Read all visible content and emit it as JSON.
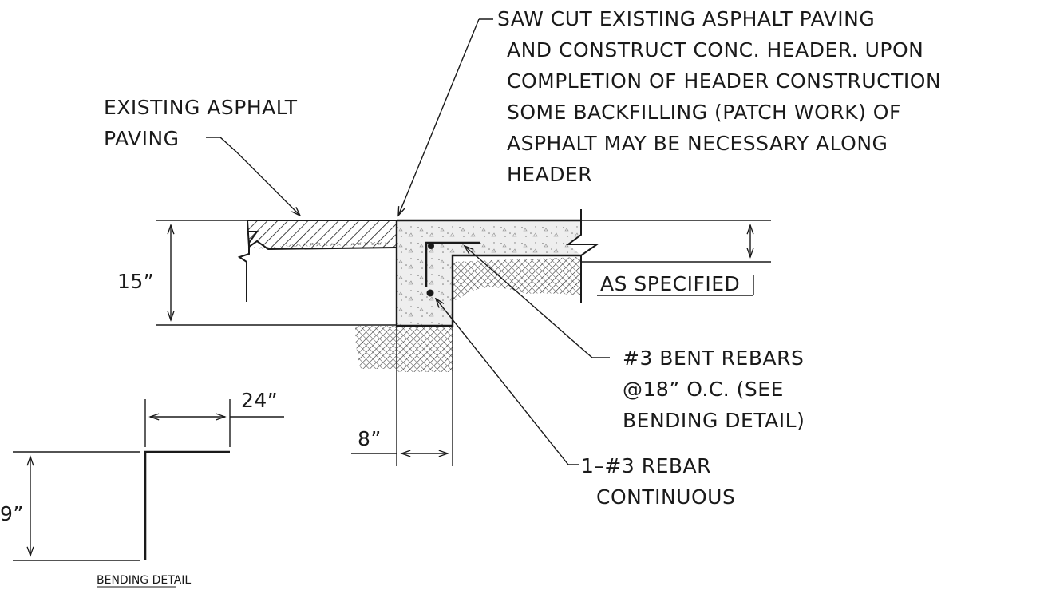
{
  "labels": {
    "saw_cut": [
      "SAW CUT EXISTING ASPHALT PAVING",
      "AND CONSTRUCT CONC. HEADER. UPON",
      "COMPLETION OF HEADER CONSTRUCTION",
      "SOME BACKFILLING (PATCH WORK) OF",
      "ASPHALT MAY BE NECESSARY ALONG",
      "HEADER"
    ],
    "existing_paving": [
      "EXISTING ASPHALT",
      "PAVING"
    ],
    "bent_rebars": [
      "#3 BENT REBARS",
      "@18” O.C. (SEE",
      "BENDING DETAIL)"
    ],
    "continuous_rebar": [
      "1–#3 REBAR",
      "CONTINUOUS"
    ],
    "as_specified": "AS SPECIFIED"
  },
  "dimensions": {
    "header_depth": "15”",
    "header_width": "8”",
    "bend_length": "24”",
    "bend_height": "9”"
  },
  "bending_detail_title": "BENDING DETAIL"
}
